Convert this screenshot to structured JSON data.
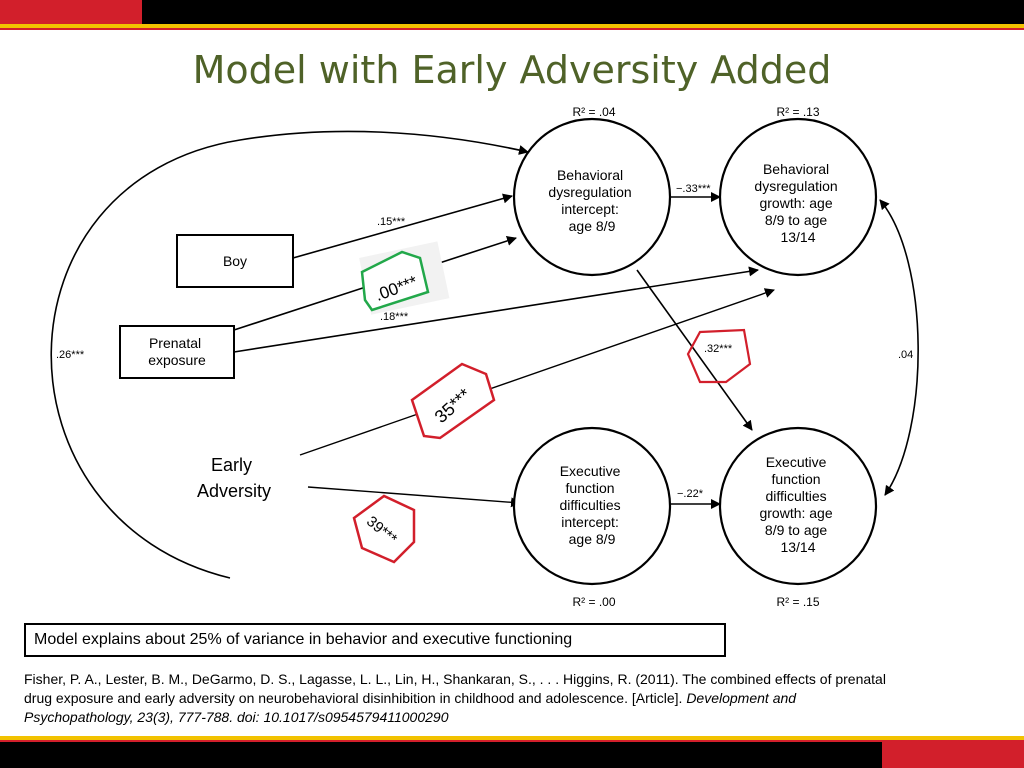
{
  "title": "Model with Early Adversity Added",
  "nodes": {
    "boy": "Boy",
    "prenatal": [
      "Prenatal",
      "exposure"
    ],
    "early_adversity": [
      "Early",
      "Adversity"
    ],
    "bd_intercept": [
      "Behavioral",
      "dysregulation",
      "intercept:",
      "age 8/9"
    ],
    "bd_growth": [
      "Behavioral",
      "dysregulation",
      "growth: age",
      "8/9 to age",
      "13/14"
    ],
    "ef_intercept": [
      "Executive",
      "function",
      "difficulties",
      "intercept:",
      "age 8/9"
    ],
    "ef_growth": [
      "Executive",
      "function",
      "difficulties",
      "growth: age",
      "8/9 to age",
      "13/14"
    ]
  },
  "r_squared": {
    "bd_intercept": "R² = .04",
    "bd_growth": "R² = .13",
    "ef_intercept": "R² = .00",
    "ef_growth": "R² = .15"
  },
  "path_labels": {
    "boy_to_bd": ".15***",
    "prenatal_to_bd_growth": ".18***",
    "prenatal_to_bd_outer": ".26***",
    "bd_int_to_growth": "−.33***",
    "bd_int_to_ef_growth": ".32***",
    "ef_int_to_growth": "−.22*",
    "bd_growth_to_ef_growth": ".04"
  },
  "annotations": {
    "green_tag": ".00***",
    "red_tag_upper": "35***",
    "red_tag_lower": "39***"
  },
  "summary": "Model explains about 25% of variance in behavior and executive functioning",
  "citation": {
    "plain": "Fisher, P. A., Lester, B. M., DeGarmo, D. S., Lagasse, L. L., Lin, H., Shankaran, S., . . . Higgins, R. (2011). The combined effects of prenatal drug exposure and early adversity on neurobehavioral disinhibition in childhood and adolescence. [Article]. ",
    "italic": "Development and Psychopathology, 23(3), 777-788. doi: 10.1017/s0954579411000290"
  },
  "colors": {
    "title": "#4f6228",
    "tag_red": "#d21f2b",
    "tag_green": "#22a84a",
    "bar_red": "#d21f2b",
    "bar_yellow": "#f2c200"
  }
}
